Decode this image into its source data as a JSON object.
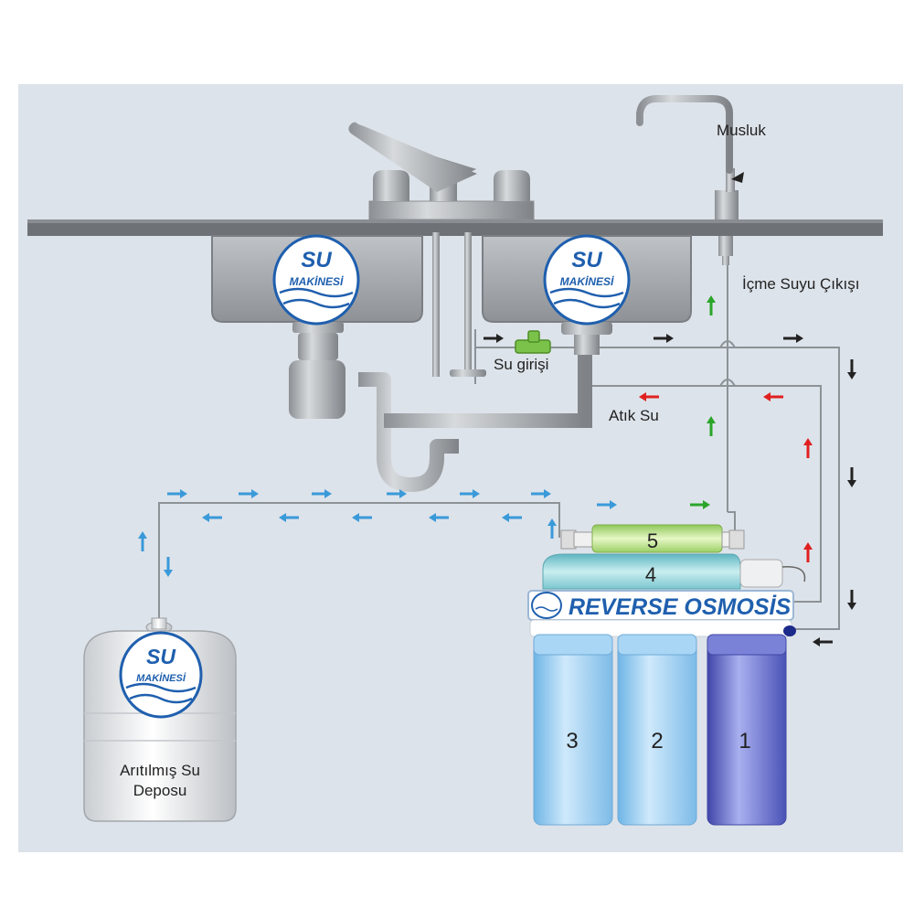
{
  "labels": {
    "faucet": "Musluk",
    "drinking_outlet": "İçme Suyu Çıkışı",
    "water_inlet": "Su girişi",
    "waste_water": "Atık Su",
    "tank_line1": "Arıtılmış Su",
    "tank_line2": "Deposu"
  },
  "brand": {
    "line1": "SU",
    "line2": "MAKİNESİ",
    "banner": "REVERSE OSMOSİS"
  },
  "stages": [
    "1",
    "2",
    "3",
    "4",
    "5"
  ],
  "colors": {
    "background": "#dde3ea",
    "counter": "#6e7276",
    "steel": "#a9adb1",
    "purified_flow": "#3a9ad9",
    "product_flow": "#2aa52a",
    "waste_flow": "#e02020",
    "feed_flow": "#222222",
    "pipe": "#8d9296",
    "stage5": "#b6de7a",
    "stage4": "#8fd4d8",
    "filter_light": "#9ccff0",
    "filter_dark": "#5f66c9"
  },
  "icons": [
    "arrow-right-icon",
    "arrow-left-icon",
    "arrow-up-icon",
    "arrow-down-icon",
    "valve-icon",
    "logo-icon"
  ]
}
